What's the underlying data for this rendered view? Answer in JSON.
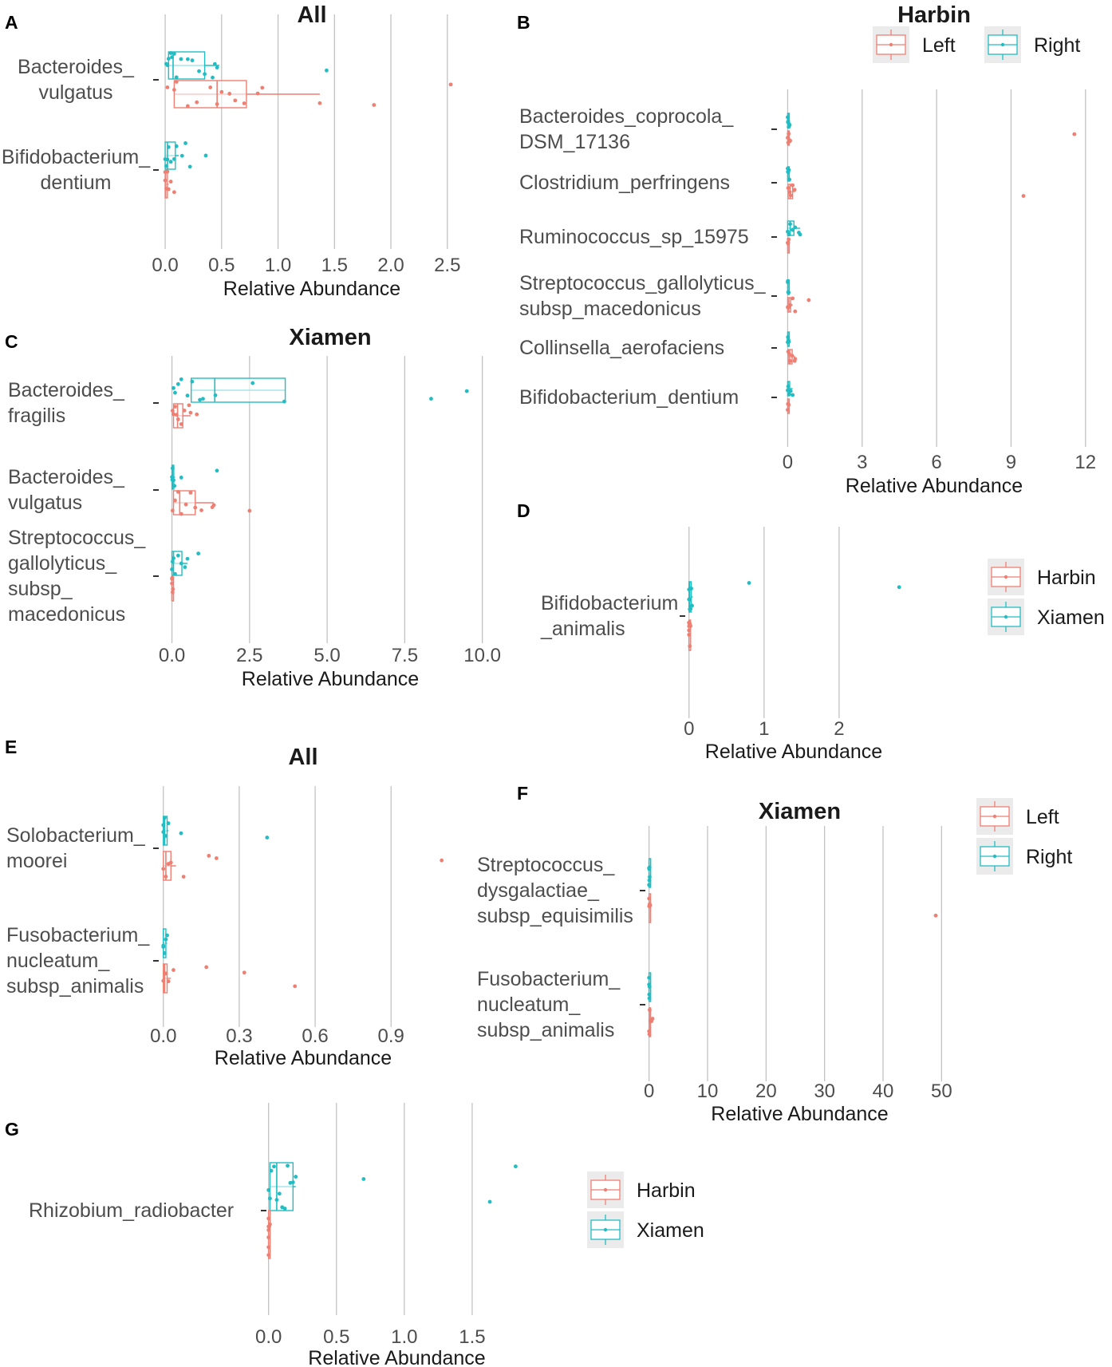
{
  "colors": {
    "left": "#ee7f73",
    "right": "#22bdc2",
    "harbin": "#ee7f73",
    "xiamen": "#22bdc2",
    "grid": "#bebebe",
    "legend_bg": "#ebebeb"
  },
  "chart_data": [
    {
      "panel": "A",
      "type": "box",
      "title": "All",
      "xlabel": "Relative Abundance",
      "xlim": [
        -0.05,
        2.65
      ],
      "ticks": [
        0.0,
        0.5,
        1.0,
        1.5,
        2.0,
        2.5
      ],
      "tick_labels": [
        "0.0",
        "0.5",
        "1.0",
        "1.5",
        "2.0",
        "2.5"
      ],
      "categories": [
        {
          "label": [
            "Bacteroides_",
            "vulgatus"
          ],
          "boxes": [
            {
              "group": "right",
              "q1": 0.03,
              "median": 0.07,
              "q3": 0.35,
              "whisker_max": 0.48,
              "points": [
                0.01,
                0.02,
                0.03,
                0.05,
                0.06,
                0.08,
                0.1,
                0.14,
                0.2,
                0.24,
                0.3,
                0.35,
                0.42,
                0.44,
                0.46,
                1.43
              ]
            },
            {
              "group": "left",
              "q1": 0.08,
              "median": 0.46,
              "q3": 0.72,
              "whisker_max": 1.37,
              "points": [
                0.02,
                0.08,
                0.1,
                0.2,
                0.28,
                0.4,
                0.46,
                0.5,
                0.57,
                0.62,
                0.7,
                0.82,
                0.86,
                1.37,
                1.85,
                2.53
              ]
            }
          ]
        },
        {
          "label": [
            "Bifidobacterium_",
            "dentium"
          ],
          "boxes": [
            {
              "group": "right",
              "q1": 0.0,
              "median": 0.02,
              "q3": 0.09,
              "whisker_max": 0.12,
              "points": [
                0.0,
                0.01,
                0.02,
                0.03,
                0.05,
                0.08,
                0.1,
                0.15,
                0.18,
                0.22,
                0.36
              ]
            },
            {
              "group": "left",
              "q1": 0.0,
              "median": 0.005,
              "q3": 0.02,
              "whisker_max": 0.03,
              "points": [
                0.0,
                0.0,
                0.01,
                0.01,
                0.02,
                0.03,
                0.05,
                0.08
              ]
            }
          ]
        }
      ],
      "legend": null
    },
    {
      "panel": "B",
      "type": "box",
      "title": "Harbin",
      "xlabel": "Relative Abundance",
      "xlim": [
        -0.4,
        12.2
      ],
      "ticks": [
        0,
        3,
        6,
        9,
        12
      ],
      "tick_labels": [
        "0",
        "3",
        "6",
        "9",
        "12"
      ],
      "categories": [
        {
          "label": [
            "Bacteroides_coprocola_",
            "DSM_17136"
          ],
          "boxes": [
            {
              "group": "right",
              "q1": 0.0,
              "median": 0.02,
              "q3": 0.05,
              "whisker_max": 0.08,
              "points": [
                0.0,
                0.01,
                0.02,
                0.04,
                0.06,
                0.08
              ]
            },
            {
              "group": "left",
              "q1": 0.0,
              "median": 0.02,
              "q3": 0.05,
              "whisker_max": 0.1,
              "points": [
                0.0,
                0.02,
                0.04,
                0.08,
                0.1,
                11.55
              ]
            }
          ]
        },
        {
          "label": [
            "Clostridium_perfringens"
          ],
          "boxes": [
            {
              "group": "right",
              "q1": 0.0,
              "median": 0.01,
              "q3": 0.04,
              "whisker_max": 0.07,
              "points": [
                0.0,
                0.01,
                0.02,
                0.05,
                0.07
              ]
            },
            {
              "group": "left",
              "q1": 0.02,
              "median": 0.1,
              "q3": 0.2,
              "whisker_max": 0.3,
              "points": [
                0.02,
                0.08,
                0.12,
                0.2,
                0.28,
                9.5
              ]
            }
          ]
        },
        {
          "label": [
            "Ruminococcus_sp_15975"
          ],
          "boxes": [
            {
              "group": "right",
              "q1": 0.0,
              "median": 0.1,
              "q3": 0.25,
              "whisker_max": 0.5,
              "points": [
                0.0,
                0.05,
                0.1,
                0.2,
                0.3,
                0.45,
                0.5
              ]
            },
            {
              "group": "left",
              "q1": 0.0,
              "median": 0.01,
              "q3": 0.03,
              "whisker_max": 0.05,
              "points": [
                0.0,
                0.01,
                0.02,
                0.04
              ]
            }
          ]
        },
        {
          "label": [
            "Streptococcus_gallolyticus_",
            "subsp_macedonicus"
          ],
          "boxes": [
            {
              "group": "right",
              "q1": 0.0,
              "median": 0.01,
              "q3": 0.03,
              "whisker_max": 0.05,
              "points": [
                0.0,
                0.01,
                0.02,
                0.04
              ]
            },
            {
              "group": "left",
              "q1": 0.0,
              "median": 0.05,
              "q3": 0.12,
              "whisker_max": 0.2,
              "points": [
                0.0,
                0.04,
                0.1,
                0.2,
                0.3,
                0.85
              ]
            }
          ]
        },
        {
          "label": [
            "Collinsella_aerofaciens"
          ],
          "boxes": [
            {
              "group": "right",
              "q1": 0.0,
              "median": 0.01,
              "q3": 0.03,
              "whisker_max": 0.05,
              "points": [
                0.0,
                0.01,
                0.03,
                0.05
              ]
            },
            {
              "group": "left",
              "q1": 0.02,
              "median": 0.08,
              "q3": 0.18,
              "whisker_max": 0.3,
              "points": [
                0.02,
                0.06,
                0.1,
                0.18,
                0.28,
                0.3
              ]
            }
          ]
        },
        {
          "label": [
            "Bifidobacterium_dentium"
          ],
          "boxes": [
            {
              "group": "right",
              "q1": 0.0,
              "median": 0.02,
              "q3": 0.08,
              "whisker_max": 0.2,
              "points": [
                0.0,
                0.02,
                0.06,
                0.12,
                0.2
              ]
            },
            {
              "group": "left",
              "q1": 0.0,
              "median": 0.01,
              "q3": 0.03,
              "whisker_max": 0.05,
              "points": [
                0.0,
                0.01,
                0.02,
                0.04
              ]
            }
          ]
        }
      ],
      "legend": {
        "entries": [
          {
            "label": "Left",
            "group": "left"
          },
          {
            "label": "Right",
            "group": "right"
          }
        ],
        "orientation": "horizontal",
        "position": "top-right"
      }
    },
    {
      "panel": "C",
      "type": "box",
      "title": "Xiamen",
      "xlabel": "Relative Abundance",
      "xlim": [
        -0.4,
        10.6
      ],
      "ticks": [
        0.0,
        2.5,
        5.0,
        7.5,
        10.0
      ],
      "tick_labels": [
        "0.0",
        "2.5",
        "5.0",
        "7.5",
        "10.0"
      ],
      "categories": [
        {
          "label": [
            "Bacteroides_",
            "fragilis"
          ],
          "boxes": [
            {
              "group": "right",
              "q1": 0.62,
              "median": 1.38,
              "q3": 3.65,
              "whisker_max": 3.65,
              "points": [
                0.05,
                0.1,
                0.2,
                0.3,
                0.5,
                0.65,
                0.9,
                1.0,
                1.4,
                2.6,
                3.62,
                8.35,
                9.5
              ]
            },
            {
              "group": "left",
              "q1": 0.05,
              "median": 0.18,
              "q3": 0.35,
              "whisker_max": 0.6,
              "points": [
                0.02,
                0.05,
                0.1,
                0.15,
                0.2,
                0.3,
                0.4,
                0.55,
                0.6,
                0.8
              ]
            }
          ]
        },
        {
          "label": [
            "Bacteroides_",
            "vulgatus"
          ],
          "boxes": [
            {
              "group": "right",
              "q1": 0.0,
              "median": 0.02,
              "q3": 0.06,
              "whisker_max": 0.1,
              "points": [
                0.0,
                0.01,
                0.02,
                0.05,
                0.08,
                0.3,
                1.45
              ]
            },
            {
              "group": "left",
              "q1": 0.05,
              "median": 0.25,
              "q3": 0.75,
              "whisker_max": 1.35,
              "points": [
                0.02,
                0.1,
                0.2,
                0.3,
                0.45,
                0.6,
                0.75,
                0.95,
                1.3,
                1.35,
                2.5
              ]
            }
          ]
        },
        {
          "label": [
            "Streptococcus_",
            "gallolyticus_",
            "subsp_",
            "macedonicus"
          ],
          "boxes": [
            {
              "group": "right",
              "q1": 0.0,
              "median": 0.05,
              "q3": 0.32,
              "whisker_max": 0.5,
              "points": [
                0.0,
                0.02,
                0.05,
                0.1,
                0.2,
                0.3,
                0.42,
                0.5,
                0.85
              ]
            },
            {
              "group": "left",
              "q1": 0.0,
              "median": 0.0,
              "q3": 0.02,
              "whisker_max": 0.04,
              "points": [
                0.0,
                0.0,
                0.01,
                0.02,
                0.03
              ]
            }
          ]
        }
      ],
      "legend": null
    },
    {
      "panel": "D",
      "type": "box",
      "title": "",
      "xlabel": "Relative Abundance",
      "xlim": [
        -0.04,
        2.83
      ],
      "ticks": [
        0,
        1,
        2
      ],
      "tick_labels": [
        "0",
        "1",
        "2"
      ],
      "categories": [
        {
          "label": [
            "Bifidobacterium",
            "_animalis"
          ],
          "boxes": [
            {
              "group": "xiamen",
              "q1": 0.0,
              "median": 0.01,
              "q3": 0.03,
              "whisker_max": 0.05,
              "points": [
                0.0,
                0.0,
                0.01,
                0.01,
                0.02,
                0.03,
                0.04,
                0.8,
                2.8
              ]
            },
            {
              "group": "harbin",
              "q1": 0.0,
              "median": 0.0,
              "q3": 0.01,
              "whisker_max": 0.02,
              "points": [
                0.0,
                0.0,
                0.0,
                0.0,
                0.0,
                0.01,
                0.01,
                0.02
              ]
            }
          ]
        }
      ],
      "legend": {
        "entries": [
          {
            "label": "Harbin",
            "group": "harbin"
          },
          {
            "label": "Xiamen",
            "group": "xiamen"
          }
        ],
        "orientation": "vertical",
        "position": "right"
      }
    },
    {
      "panel": "E",
      "type": "box",
      "title": "All",
      "xlabel": "Relative Abundance",
      "xlim": [
        -0.015,
        1.12
      ],
      "ticks": [
        0.0,
        0.3,
        0.6,
        0.9
      ],
      "tick_labels": [
        "0.0",
        "0.3",
        "0.6",
        "0.9"
      ],
      "categories": [
        {
          "label": [
            "Solobacterium_",
            "moorei"
          ],
          "boxes": [
            {
              "group": "right",
              "q1": 0.0,
              "median": 0.005,
              "q3": 0.015,
              "whisker_max": 0.02,
              "points": [
                0.0,
                0.0,
                0.005,
                0.01,
                0.02,
                0.07,
                0.41
              ]
            },
            {
              "group": "left",
              "q1": 0.0,
              "median": 0.01,
              "q3": 0.03,
              "whisker_max": 0.05,
              "points": [
                0.0,
                0.01,
                0.02,
                0.03,
                0.08,
                0.18,
                0.21,
                1.1
              ]
            }
          ]
        },
        {
          "label": [
            "Fusobacterium_",
            "nucleatum_",
            "subsp_animalis"
          ],
          "boxes": [
            {
              "group": "right",
              "q1": 0.0,
              "median": 0.0,
              "q3": 0.01,
              "whisker_max": 0.015,
              "points": [
                0.0,
                0.0,
                0.005,
                0.01,
                0.015
              ]
            },
            {
              "group": "left",
              "q1": 0.0,
              "median": 0.005,
              "q3": 0.015,
              "whisker_max": 0.03,
              "points": [
                0.0,
                0.005,
                0.01,
                0.02,
                0.04,
                0.17,
                0.32,
                0.52
              ]
            }
          ]
        }
      ],
      "legend": null
    },
    {
      "panel": "F",
      "type": "box",
      "title": "Xiamen",
      "xlabel": "Relative Abundance",
      "xlim": [
        -0.5,
        52
      ],
      "ticks": [
        0,
        10,
        20,
        30,
        40,
        50
      ],
      "tick_labels": [
        "0",
        "10",
        "20",
        "30",
        "40",
        "50"
      ],
      "categories": [
        {
          "label": [
            "Streptococcus_",
            "dysgalactiae_",
            "subsp_equisimilis"
          ],
          "boxes": [
            {
              "group": "right",
              "q1": 0.0,
              "median": 0.0,
              "q3": 0.05,
              "whisker_max": 0.1,
              "points": [
                0.0,
                0.0,
                0.02,
                0.05,
                0.08,
                0.1
              ]
            },
            {
              "group": "left",
              "q1": 0.0,
              "median": 0.02,
              "q3": 0.1,
              "whisker_max": 0.2,
              "points": [
                0.0,
                0.02,
                0.05,
                0.1,
                0.2,
                49
              ]
            }
          ]
        },
        {
          "label": [
            "Fusobacterium_",
            "nucleatum_",
            "subsp_animalis"
          ],
          "boxes": [
            {
              "group": "right",
              "q1": 0.0,
              "median": 0.0,
              "q3": 0.05,
              "whisker_max": 0.08,
              "points": [
                0.0,
                0.0,
                0.02,
                0.05,
                0.08
              ]
            },
            {
              "group": "left",
              "q1": 0.0,
              "median": 0.05,
              "q3": 0.2,
              "whisker_max": 0.4,
              "points": [
                0.0,
                0.05,
                0.1,
                0.2,
                0.4,
                0.6
              ]
            }
          ]
        }
      ],
      "legend": {
        "entries": [
          {
            "label": "Left",
            "group": "left"
          },
          {
            "label": "Right",
            "group": "right"
          }
        ],
        "orientation": "vertical",
        "position": "top-right"
      }
    },
    {
      "panel": "G",
      "type": "box",
      "title": "",
      "xlabel": "Relative Abundance",
      "xlim": [
        -0.01,
        1.9
      ],
      "ticks": [
        0.0,
        0.5,
        1.0,
        1.5
      ],
      "tick_labels": [
        "0.0",
        "0.5",
        "1.0",
        "1.5"
      ],
      "categories": [
        {
          "label": [
            "Rhizobium_radiobacter"
          ],
          "boxes": [
            {
              "group": "xiamen",
              "q1": 0.01,
              "median": 0.06,
              "q3": 0.18,
              "whisker_max": 0.2,
              "points": [
                0.0,
                0.01,
                0.02,
                0.04,
                0.06,
                0.08,
                0.1,
                0.12,
                0.14,
                0.16,
                0.18,
                0.2,
                0.7,
                1.63,
                1.82
              ]
            },
            {
              "group": "harbin",
              "q1": 0.0,
              "median": 0.0,
              "q3": 0.005,
              "whisker_max": 0.01,
              "points": [
                0.0,
                0.0,
                0.0,
                0.0,
                0.0,
                0.0,
                0.005,
                0.01
              ]
            }
          ]
        }
      ],
      "legend": {
        "entries": [
          {
            "label": "Harbin",
            "group": "harbin"
          },
          {
            "label": "Xiamen",
            "group": "xiamen"
          }
        ],
        "orientation": "vertical",
        "position": "right"
      }
    }
  ]
}
